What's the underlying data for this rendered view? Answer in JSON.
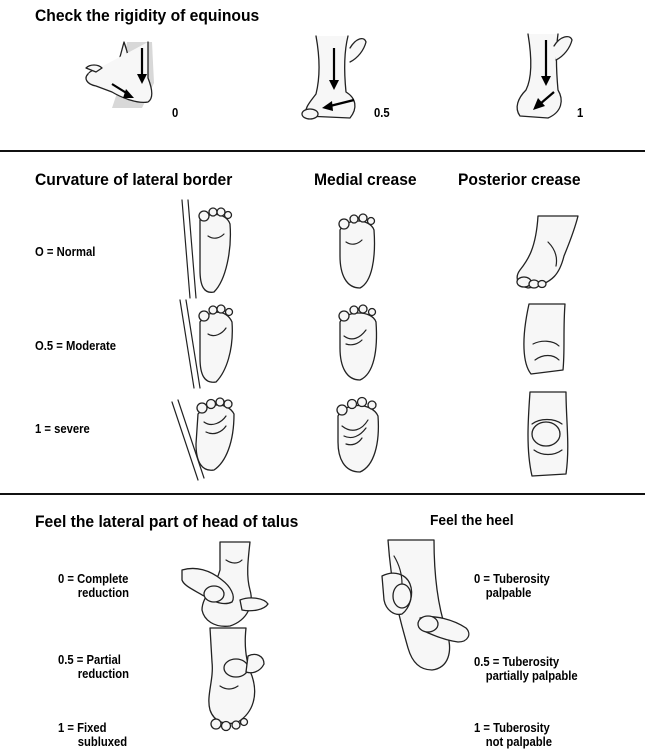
{
  "section1": {
    "title": "Check the rigidity of equinous",
    "scores": [
      "0",
      "0.5",
      "1"
    ]
  },
  "section2": {
    "headers": [
      "Curvature of lateral border",
      "Medial crease",
      "Posterior crease"
    ],
    "rows": [
      "O = Normal",
      "O.5 = Moderate",
      "1 = severe"
    ]
  },
  "section3": {
    "left_title": "Feel the lateral part of head of talus",
    "left_items": [
      {
        "score": "0 = Complete",
        "detail": "reduction"
      },
      {
        "score": "0.5 = Partial",
        "detail": "reduction"
      },
      {
        "score": "1 = Fixed",
        "detail": "subluxed"
      }
    ],
    "right_title": "Feel the heel",
    "right_items": [
      {
        "score": "0 = Tuberosity",
        "detail": "palpable"
      },
      {
        "score": "0.5 = Tuberosity",
        "detail": "partially palpable"
      },
      {
        "score": "1 = Tuberosity",
        "detail": "not palpable"
      }
    ]
  }
}
